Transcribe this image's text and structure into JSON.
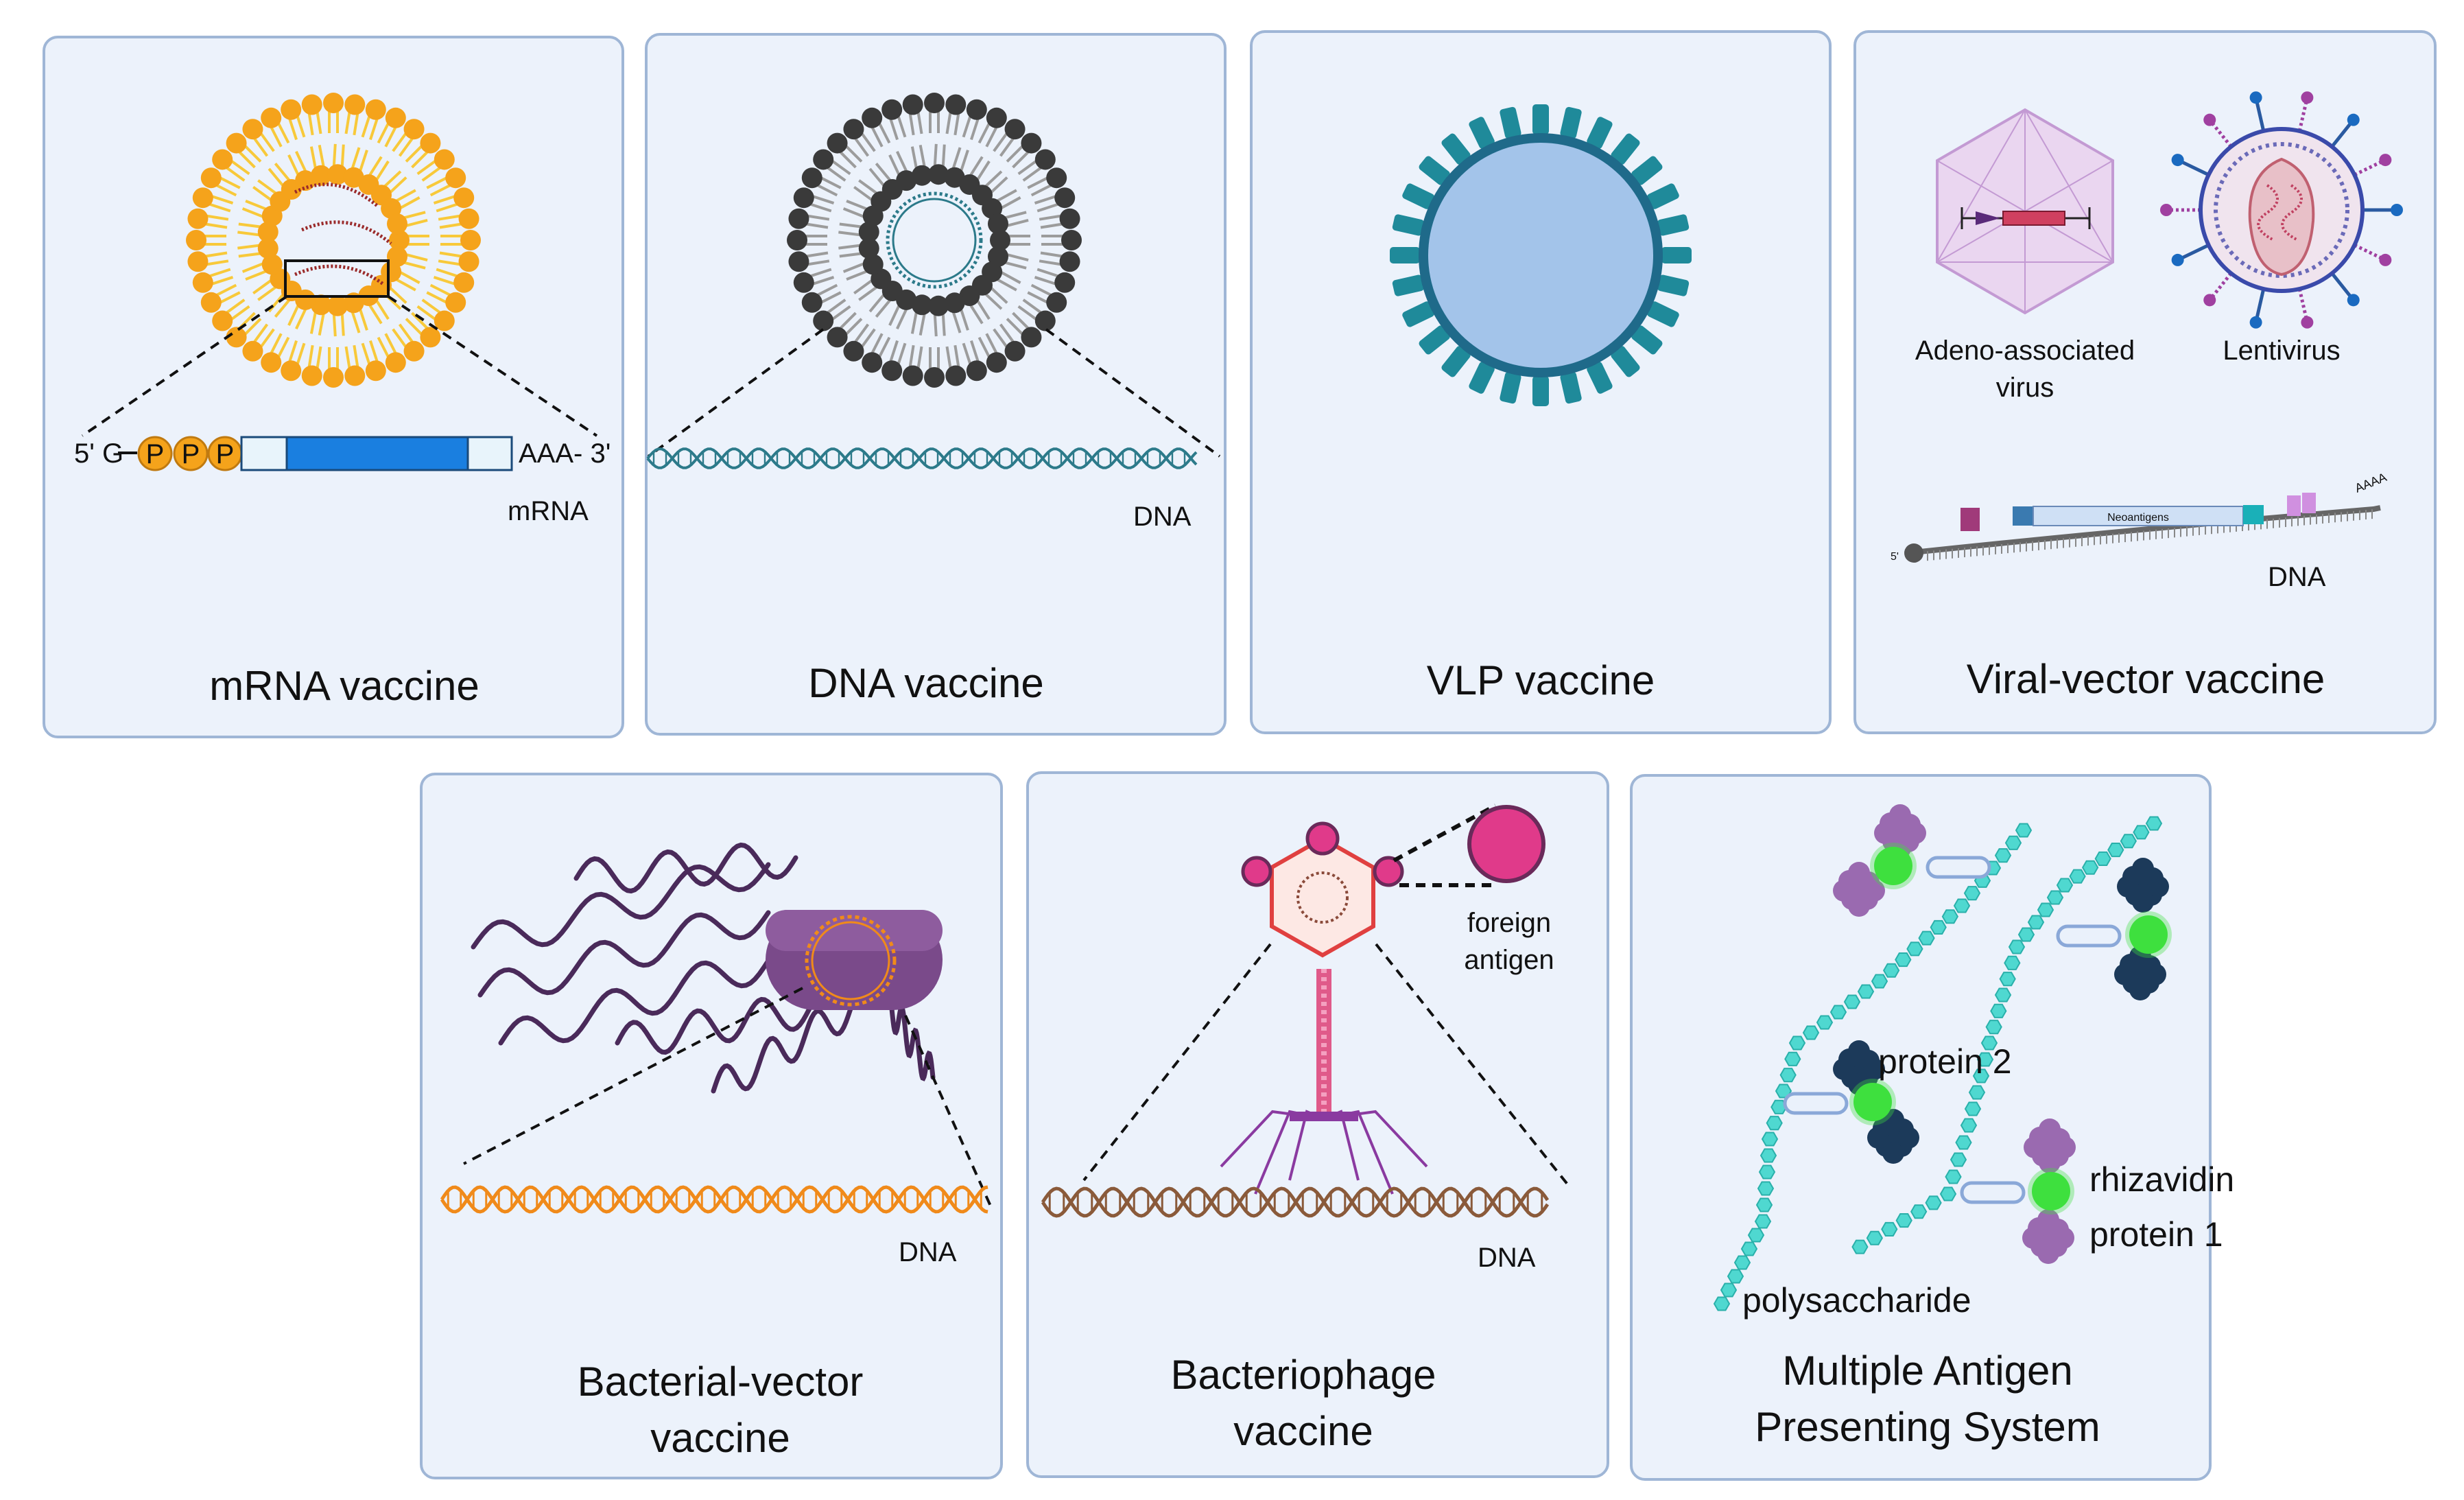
{
  "panels": {
    "mrna": {
      "title": "mRNA vaccine",
      "five_prime": "5' G",
      "cap": [
        "P",
        "P",
        "P"
      ],
      "tail": "AAA- 3'",
      "label": "mRNA"
    },
    "dna": {
      "title": "DNA vaccine",
      "label": "DNA"
    },
    "vlp": {
      "title": "VLP vaccine"
    },
    "viral": {
      "title": "Viral-vector vaccine",
      "aav_line1": "Adeno-associated",
      "aav_line2": "virus",
      "lenti": "Lentivirus",
      "dna_label": "DNA",
      "neoantigens": "Neoantigens",
      "tail": "AAAA",
      "five": "5'"
    },
    "bacterial": {
      "title_line1": "Bacterial-vector",
      "title_line2": "vaccine",
      "label": "DNA"
    },
    "phage": {
      "title_line1": "Bacteriophage",
      "title_line2": "vaccine",
      "antigen_line1": "foreign",
      "antigen_line2": "antigen",
      "label": "DNA"
    },
    "maps": {
      "title_line1": "Multiple Antigen",
      "title_line2": "Presenting System",
      "protein2": "protein 2",
      "rhizavidin": "rhizavidin",
      "protein1": "protein 1",
      "polysaccharide": "polysaccharide"
    }
  },
  "colors": {
    "panel_bg": "#ecf2fb",
    "panel_border": "#9fb6d6",
    "lipid_orange": "#f5a31b",
    "lipid_gold": "#f8c93a",
    "lipid_dark": "#3a3a3a",
    "lipid_gray": "#9c9c9c",
    "mrna_blue": "#1a7fe0",
    "dna_teal": "#2c7a8a",
    "vlp_blue": "#a3c4ea",
    "vlp_teal": "#1f8a9a",
    "bacteria_purple": "#7a4a8a",
    "dna_orange": "#f08a1a",
    "phage_pink": "#e03a8a",
    "phage_red": "#e04040",
    "dna_brown": "#8a5a3a",
    "poly_cyan": "#4fd8d0",
    "rhiz_green": "#3ee03e",
    "protein_navy": "#1c3a5a",
    "protein_violet": "#9a6ab0"
  }
}
